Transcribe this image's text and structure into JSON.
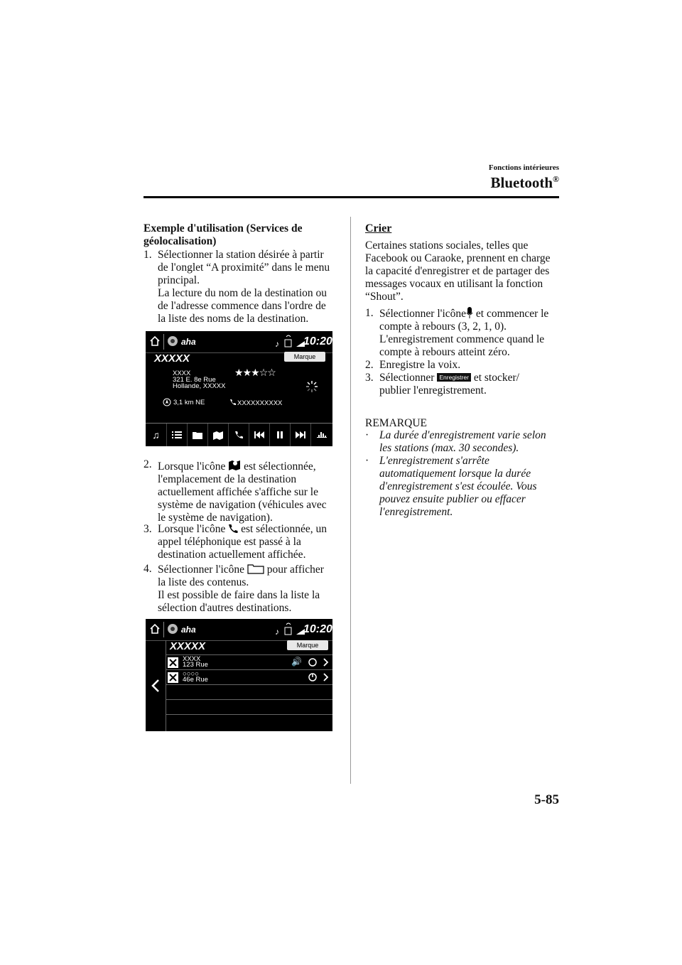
{
  "header": {
    "section": "Fonctions intérieures",
    "title": "Bluetooth",
    "title_sup": "®"
  },
  "left": {
    "heading": "Exemple d'utilisation (Services de géolocalisation)",
    "step1": {
      "num": "1.",
      "line1": "Sélectionner la station désirée à partir",
      "line2": "de l'onglet “A proximité” dans le menu",
      "line3": "principal.",
      "line4": "La lecture du nom de la destination ou",
      "line5": "de l'adresse commence dans l'ordre de",
      "line6": "la liste des noms de la destination."
    },
    "screen1": {
      "app": "aha",
      "clock": "10:20",
      "title": "XXXXX",
      "button": "Marque",
      "addr1": "XXXX",
      "addr2": "321 E. 8e Rue",
      "addr3": "Hollande, XXXXX",
      "distance": "3,1 km NE",
      "phone": "XXXXXXXXXX",
      "rating": 3,
      "rating_max": 5
    },
    "step2": {
      "num": "2.",
      "pre": "Lorsque l'icône",
      "post": "est sélectionnée,",
      "line2": "l'emplacement de la destination",
      "line3": "actuellement affichée s'affiche sur le",
      "line4": "système de navigation (véhicules avec",
      "line5": "le système de navigation)."
    },
    "step3": {
      "num": "3.",
      "pre": "Lorsque l'icône",
      "post": "est sélectionnée, un",
      "line2": "appel téléphonique est passé à la",
      "line3": "destination actuellement affichée."
    },
    "step4": {
      "num": "4.",
      "pre": "Sélectionner l'icône",
      "post": "pour afficher",
      "line2": "la liste des contenus.",
      "line3": "Il est possible de faire dans la liste la",
      "line4": "sélection d'autres destinations."
    },
    "screen2": {
      "app": "aha",
      "clock": "10:20",
      "title": "XXXXX",
      "button": "Marque",
      "row1_a": "XXXX",
      "row1_b": "123 Rue",
      "row2_a": "○○○○",
      "row2_b": "46e Rue"
    }
  },
  "right": {
    "heading": "Crier",
    "p1": "Certaines stations sociales, telles que",
    "p2": "Facebook ou Caraoke, prennent en charge",
    "p3": "la capacité d'enregistrer et de partager des",
    "p4": "messages vocaux en utilisant la fonction",
    "p5": "“Shout”.",
    "s1_num": "1.",
    "s1_pre": "Sélectionner l'icône",
    "s1_post": "et commencer le",
    "s1_l2": "compte à rebours (3, 2, 1, 0).",
    "s1_l3": "L'enregistrement commence quand le",
    "s1_l4": "compte à rebours atteint zéro.",
    "s2_num": "2.",
    "s2": "Enregistre la voix.",
    "s3_num": "3.",
    "s3_pre": "Sélectionner",
    "s3_btn": "Enregistrer",
    "s3_post": "et stocker/",
    "s3_l2": "publier l'enregistrement.",
    "note_title": "REMARQUE",
    "n1_l1": "La durée d'enregistrement varie selon",
    "n1_l2": "les stations (max. 30 secondes).",
    "n2_l1": "L'enregistrement s'arrête",
    "n2_l2": "automatiquement lorsque la durée",
    "n2_l3": "d'enregistrement s'est écoulée. Vous",
    "n2_l4": "pouvez ensuite publier ou effacer",
    "n2_l5": "l'enregistrement."
  },
  "footer": {
    "page": "5-85"
  }
}
